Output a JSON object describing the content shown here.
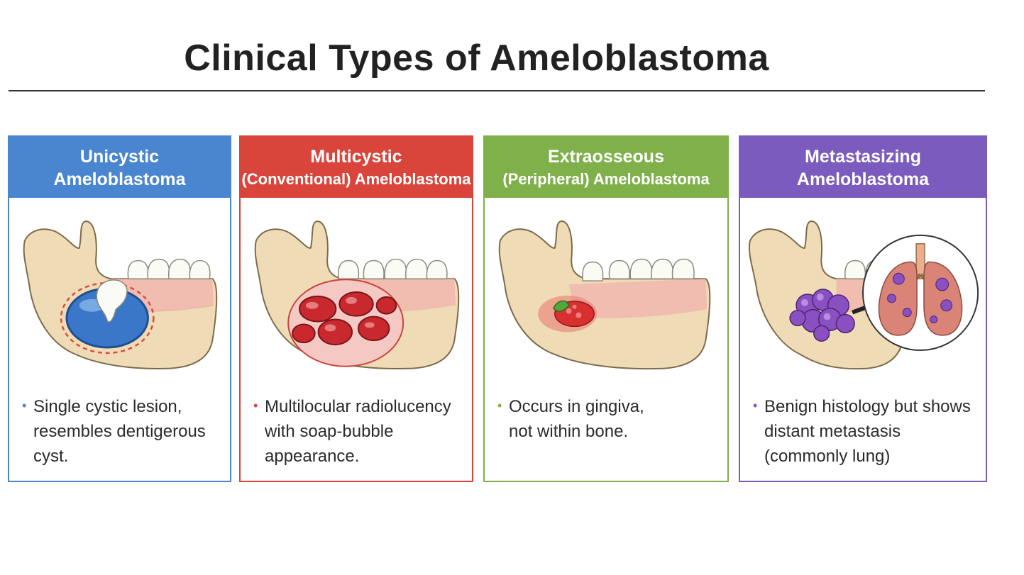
{
  "title": "Clinical Types of Ameloblastoma",
  "panels": [
    {
      "heading_line1": "Unicystic",
      "heading_line2": "Ameloblastoma",
      "color": "#4a86cf",
      "desc": [
        "Single cystic lesion,",
        "resembles dentigerous",
        "cyst."
      ]
    },
    {
      "heading_line1": "Multicystic",
      "heading_line2": "(Conventional) Ameloblastoma",
      "color": "#d9453b",
      "desc": [
        "Multilocular radiolucency",
        "with soap-bubble",
        "appearance."
      ]
    },
    {
      "heading_line1": "Extraosseous",
      "heading_line2": "(Peripheral) Ameloblastoma",
      "color": "#7fb04a",
      "desc": [
        "Occurs in gingiva,",
        "not within bone."
      ]
    },
    {
      "heading_line1": "Metastasizing",
      "heading_line2": "Ameloblastoma",
      "color": "#7b5bbd",
      "desc": [
        "Benign histology but shows",
        "distant metastasis",
        "(commonly lung)"
      ]
    }
  ]
}
